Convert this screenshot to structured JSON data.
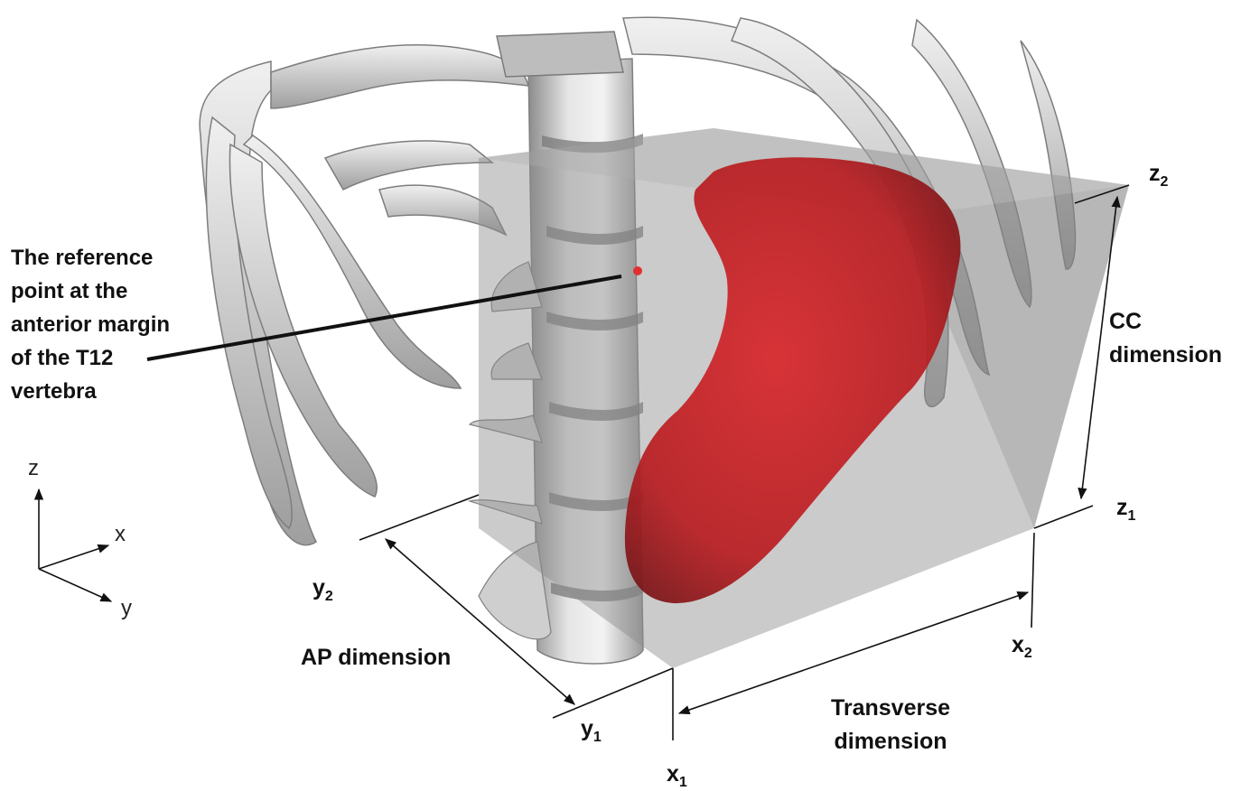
{
  "reference_point": {
    "lines": [
      "The reference",
      "point at the",
      "anterior margin",
      "of the T12",
      "vertebra"
    ]
  },
  "dimensions": {
    "cc": [
      "CC",
      "dimension"
    ],
    "ap": "AP dimension",
    "transverse": [
      "Transverse",
      "dimension"
    ]
  },
  "coords": {
    "x1": {
      "base": "x",
      "sub": "1"
    },
    "x2": {
      "base": "x",
      "sub": "2"
    },
    "y1": {
      "base": "y",
      "sub": "1"
    },
    "y2": {
      "base": "y",
      "sub": "2"
    },
    "z1": {
      "base": "z",
      "sub": "1"
    },
    "z2": {
      "base": "z",
      "sub": "2"
    }
  },
  "axes": {
    "z": "z",
    "x": "x",
    "y": "y"
  },
  "colors": {
    "bone": "#d9d9d9",
    "bone_shadow": "#9a9a9a",
    "box": "#9a9a9a",
    "organ": "#c8242a",
    "organ_dark": "#8e1a1e",
    "marker": "#e23030"
  }
}
